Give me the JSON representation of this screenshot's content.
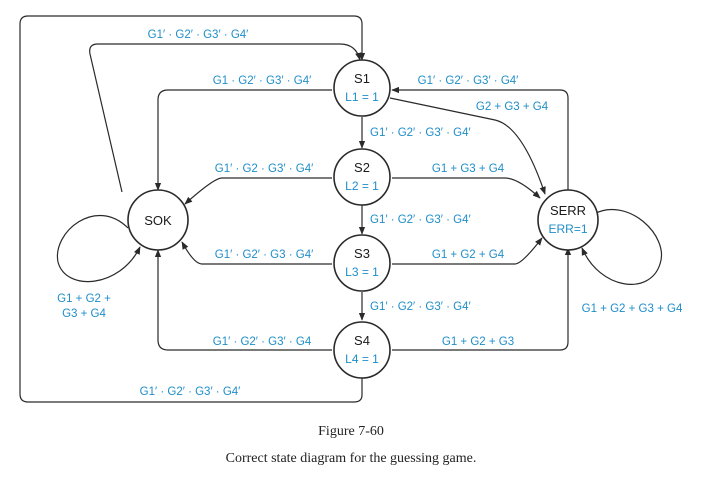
{
  "states": {
    "s1": {
      "name": "S1",
      "output": "L1 = 1"
    },
    "s2": {
      "name": "S2",
      "output": "L2 = 1"
    },
    "s3": {
      "name": "S3",
      "output": "L3 = 1"
    },
    "s4": {
      "name": "S4",
      "output": "L4 = 1"
    },
    "sok": {
      "name": "SOK",
      "output": ""
    },
    "serr": {
      "name": "SERR",
      "output": "ERR=1"
    }
  },
  "transitions": {
    "sok_to_s1": "G1′ · G2′ · G3′ · G4′",
    "s1_to_sok": "G1 · G2′ · G3′ · G4′",
    "s1_to_s2": "G1′ · G2′ · G3′ · G4′",
    "s2_to_sok": "G1′ · G2 · G3′ · G4′",
    "s2_to_s3": "G1′ · G2′ · G3′ · G4′",
    "s3_to_sok": "G1′ · G2′ · G3 · G4′",
    "s3_to_s4": "G1′ · G2′ · G3′ · G4′",
    "s4_to_sok": "G1′ · G2′ · G3′ · G4",
    "s4_to_s1": "G1′ · G2′ · G3′ · G4′",
    "serr_to_s1": "G1′ · G2′ · G3′ · G4′",
    "s1_to_serr": "G2 + G3 + G4",
    "s2_to_serr": "G1 + G3 + G4",
    "s3_to_serr": "G1 + G2 + G4",
    "s4_to_serr": "G1 + G2 + G3",
    "sok_self_line1": "G1 + G2 +",
    "sok_self_line2": "G3 + G4",
    "serr_self": "G1 + G2 + G3 + G4"
  },
  "figure": {
    "number": "Figure 7-60",
    "caption": "Correct state diagram for the guessing game."
  },
  "colors": {
    "label": "#1f8ec9",
    "line": "#2a2a2a"
  }
}
